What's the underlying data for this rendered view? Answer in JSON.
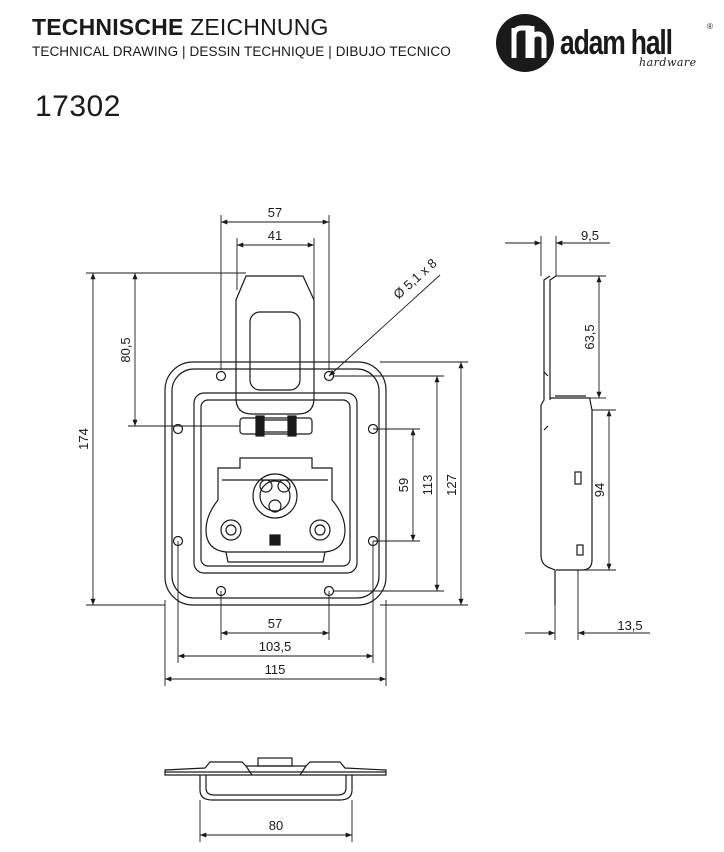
{
  "header": {
    "title_bold": "TECHNISCHE",
    "title_light": "ZEICHNUNG",
    "subtitle": "TECHNICAL DRAWING | DESSIN TECHNIQUE | DIBUJO TECNICO",
    "part_number": "17302"
  },
  "logo": {
    "icon": "adam-hall-ah-monogram-icon",
    "wordmark": "adam hall",
    "registered": "®",
    "tagline": "hardware"
  },
  "dimensions": {
    "top_57": "57",
    "top_41": "41",
    "hole": "Ø 5,1 x 8",
    "left_80_5": "80,5",
    "left_174": "174",
    "right_59": "59",
    "right_113": "113",
    "right_127": "127",
    "bottom_57": "57",
    "bottom_103_5": "103,5",
    "bottom_115": "115",
    "side_9_5": "9,5",
    "side_63_5": "63,5",
    "side_94": "94",
    "side_13_5": "13,5",
    "front_80": "80"
  },
  "colors": {
    "line": "#1a1a1a",
    "background": "#ffffff"
  }
}
